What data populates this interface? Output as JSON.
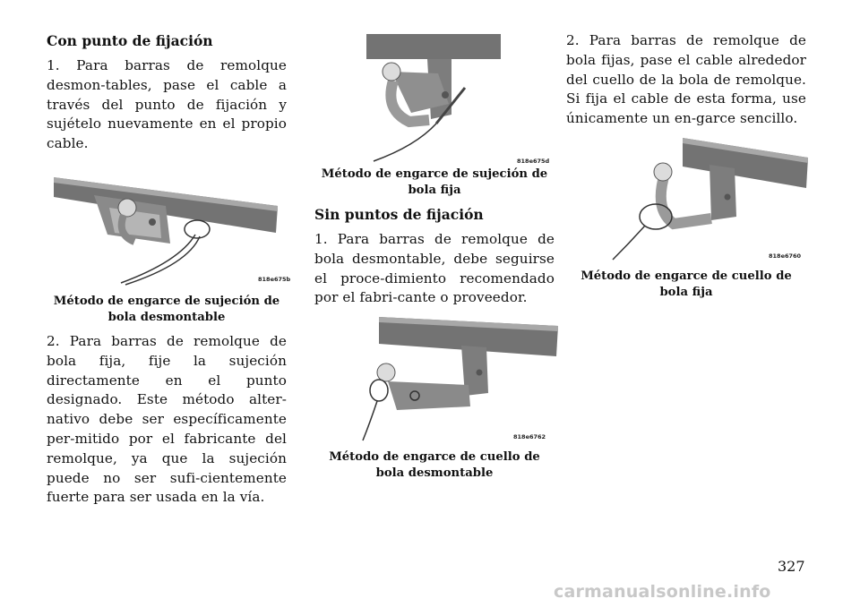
{
  "col1": {
    "heading": "Con punto de fijación",
    "para1": "1.  Para barras de remolque desmon-tables, pase el cable a través del punto de fijación y sujételo nuevamente en el propio cable.",
    "fig1_code": "818e675b",
    "fig1_caption": "Método de engarce de sujeción de bola desmontable",
    "para2": "2.  Para barras de remolque de bola fija, fije la sujeción directamente en el punto designado. Este método alter-nativo debe ser específicamente per-mitido por el fabricante del remolque, ya que la sujeción puede no ser sufi-cientemente fuerte para ser usada en la vía."
  },
  "col2": {
    "fig2_code": "818e675d",
    "fig2_caption": "Método de engarce de sujeción de bola fija",
    "heading": "Sin puntos de fijación",
    "para1": "1.  Para barras de remolque de bola desmontable, debe seguirse el proce-dimiento recomendado por el fabri-cante o proveedor.",
    "fig3_code": "818e6762",
    "fig3_caption": "Método de engarce de cuello de bola desmontable"
  },
  "col3": {
    "para1": "2.  Para barras de remolque de bola fijas, pase el cable alrededor del cuello de la bola de remolque. Si fija el cable de esta forma, use únicamente un en-garce sencillo.",
    "fig4_code": "818e6760",
    "fig4_caption": "Método de engarce de cuello de bola fija"
  },
  "page_number": "327",
  "watermark": "carmanualsonline.info",
  "colors": {
    "bar": "#6f6f6f",
    "bar_light": "#a8a8a8",
    "ball": "#d8d8d8",
    "text": "#111111",
    "watermark": "#c8c8c8"
  }
}
